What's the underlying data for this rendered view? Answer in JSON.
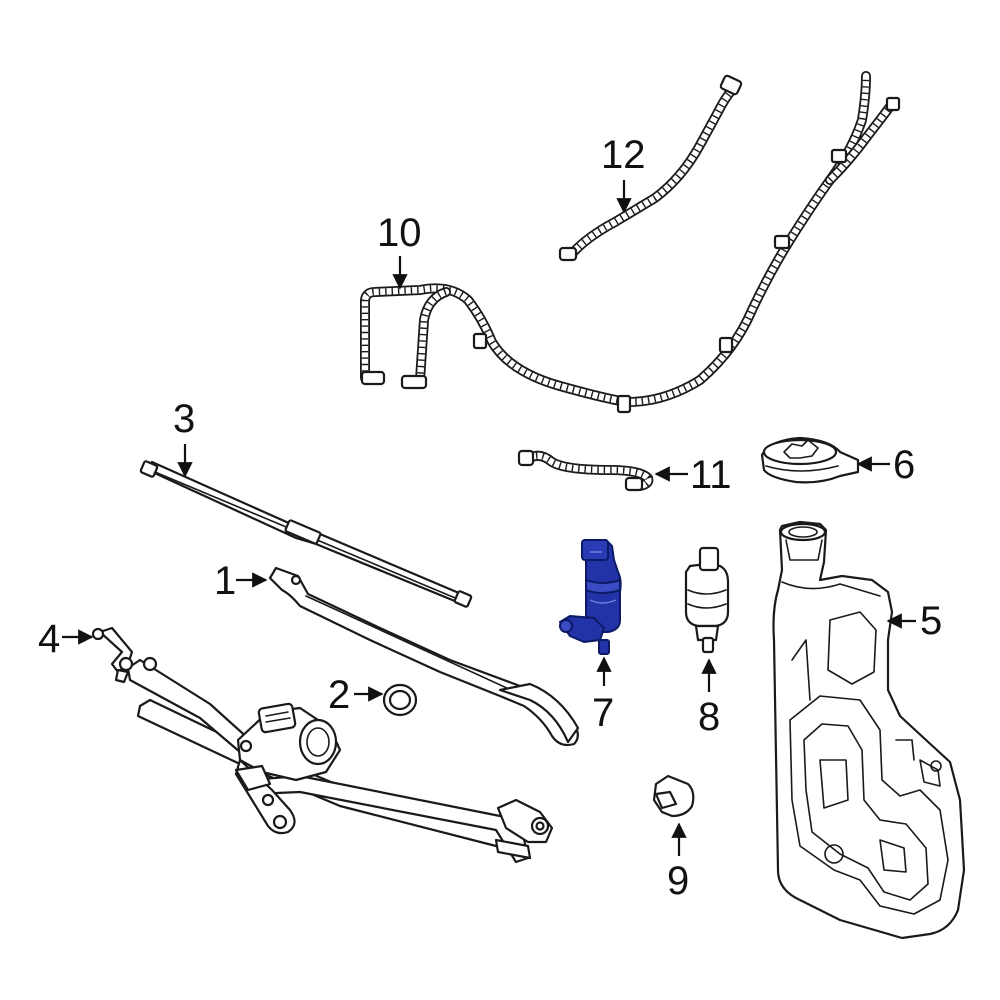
{
  "callouts": {
    "p1": "1",
    "p2": "2",
    "p3": "3",
    "p4": "4",
    "p5": "5",
    "p6": "6",
    "p7": "7",
    "p8": "8",
    "p9": "9",
    "p10": "10",
    "p11": "11",
    "p12": "12"
  },
  "highlighted_part": "7",
  "colors": {
    "highlight": "#2233a8",
    "outline": "#1a1a1a",
    "background": "#ffffff"
  }
}
